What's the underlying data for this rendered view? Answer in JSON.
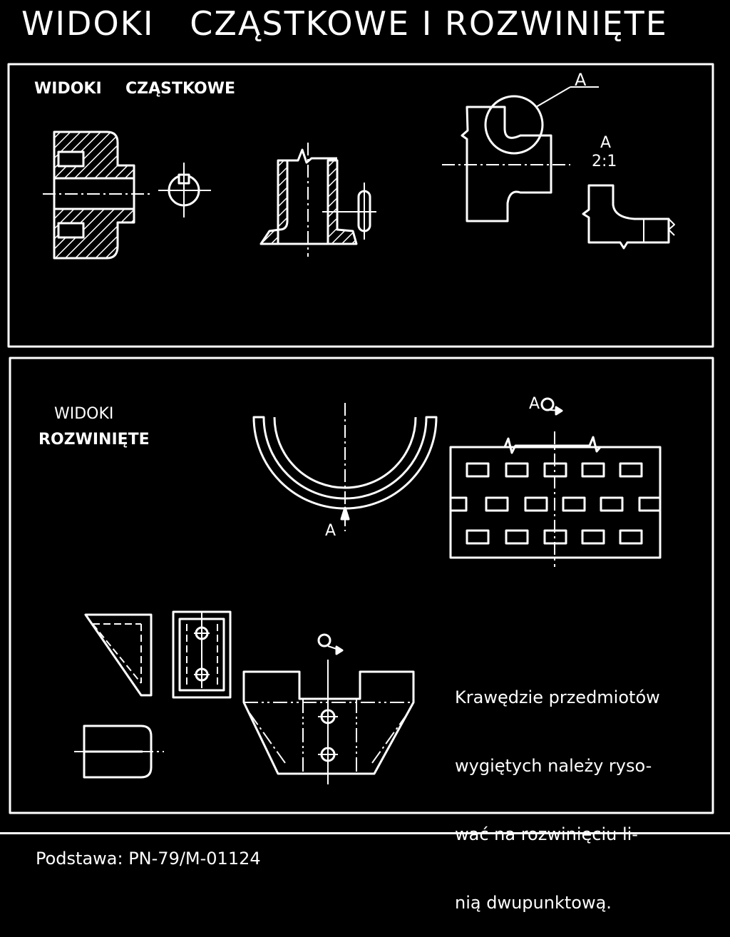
{
  "title": "WIDOKI   CZĄSTKOWE I ROZWINIĘTE",
  "panel_top": {
    "heading_1": "WIDOKI",
    "heading_2": "CZĄSTKOWE",
    "detail_letter": "A",
    "detail_label": "A",
    "detail_scale": "2:1"
  },
  "panel_bottom": {
    "heading_line1": "WIDOKI",
    "heading_line2": "ROZWINIĘTE",
    "view_arrow_label": "A",
    "developed_view_label": "A",
    "note_lines": [
      "Krawędzie przedmiotów",
      "wygiętych należy ryso-",
      "wać na rozwinięciu li-",
      "nią dwupunktową."
    ]
  },
  "footer": "Podstawa: PN-79/M-01124",
  "colors": {
    "background": "#000000",
    "ink": "#ffffff"
  }
}
